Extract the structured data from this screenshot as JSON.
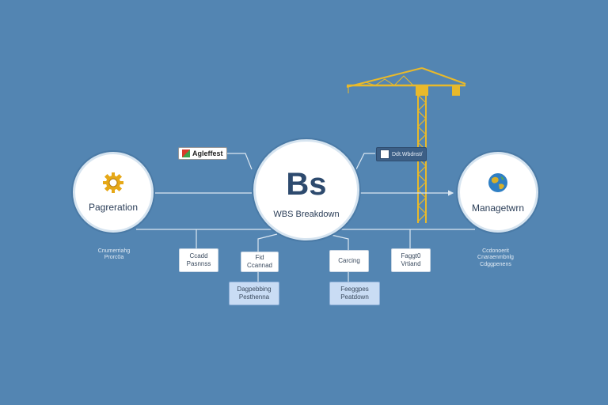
{
  "diagram": {
    "left_node": {
      "label": "Pagreration",
      "icon": "gear-icon",
      "icon_color": "#e6a817"
    },
    "center_node": {
      "big_text": "Bs",
      "label": "WBS Breakdown"
    },
    "right_node": {
      "label": "Managetwrn",
      "icon": "globe-icon"
    },
    "tag_left": "Agleffest",
    "tag_right": "Ddt.Wbdnst/",
    "notes": {
      "left": [
        "Cnumerriahg",
        "Prorc0a"
      ],
      "right": [
        "Ccdonoerit",
        "Cnaraenmbnlg",
        "Cdggpenens"
      ]
    },
    "boxes": [
      {
        "lines": [
          "Ccadd",
          "Pasnnss"
        ],
        "style": "white"
      },
      {
        "lines": [
          "Fid",
          "Ccannad"
        ],
        "style": "white"
      },
      {
        "lines": [
          "Carcing"
        ],
        "style": "white"
      },
      {
        "lines": [
          "Faggt0",
          "Vrtiand"
        ],
        "style": "white"
      },
      {
        "lines": [
          "Dagpebbing",
          "Pesthenna"
        ],
        "style": "blue"
      },
      {
        "lines": [
          "Feeggpes",
          "Peatdown"
        ],
        "style": "blue"
      }
    ],
    "colors": {
      "background": "#5385b2",
      "connector": "#dbe7f2",
      "crane": "#e8b92b"
    }
  }
}
